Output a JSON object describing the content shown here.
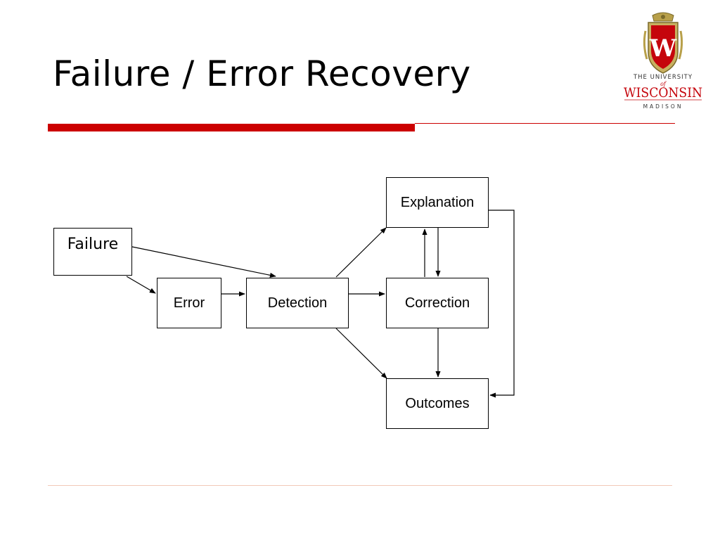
{
  "slide": {
    "title": "Failure / Error Recovery"
  },
  "logo": {
    "line1": "THE UNIVERSITY",
    "line2": "of",
    "line3": "WISCONSIN",
    "line4": "MADISON",
    "crest_letter": "W"
  },
  "diagram": {
    "nodes": {
      "failure": "Failure",
      "error": "Error",
      "detection": "Detection",
      "explanation": "Explanation",
      "correction": "Correction",
      "outcomes": "Outcomes"
    },
    "edges": [
      {
        "from": "failure",
        "to": "detection"
      },
      {
        "from": "failure",
        "to": "error"
      },
      {
        "from": "error",
        "to": "detection"
      },
      {
        "from": "detection",
        "to": "explanation"
      },
      {
        "from": "detection",
        "to": "correction"
      },
      {
        "from": "detection",
        "to": "outcomes"
      },
      {
        "from": "explanation",
        "to": "correction"
      },
      {
        "from": "correction",
        "to": "explanation"
      },
      {
        "from": "correction",
        "to": "outcomes"
      },
      {
        "from": "explanation",
        "to": "outcomes"
      }
    ]
  },
  "colors": {
    "accent_red": "#cc0000",
    "footer_rule": "#f2c9b8",
    "crest_brown": "#b8a04a"
  }
}
